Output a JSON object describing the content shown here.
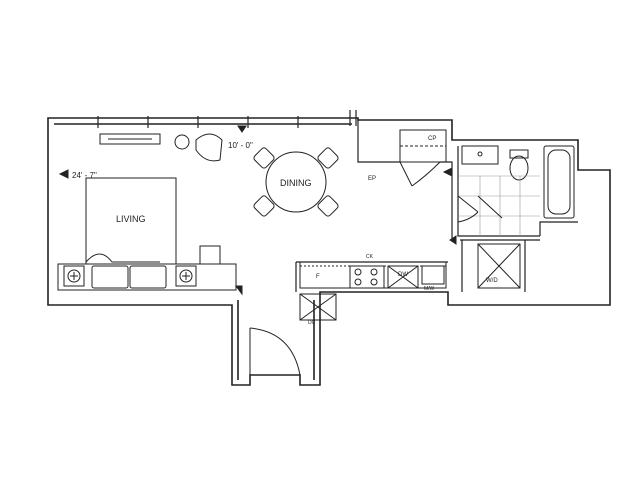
{
  "plan": {
    "rooms": {
      "living": "LIVING",
      "dining": "DINING"
    },
    "dimensions": {
      "living": "24' - 7\"",
      "dining": "10' - 0\""
    },
    "fixtures": {
      "closet_top": "CP",
      "closet_ep": "EP",
      "fridge": "F",
      "cooktop": "CK",
      "dishwasher": "DW",
      "microwave": "M/W",
      "washer_dryer": "W/D",
      "lower_closet": "DC"
    }
  }
}
